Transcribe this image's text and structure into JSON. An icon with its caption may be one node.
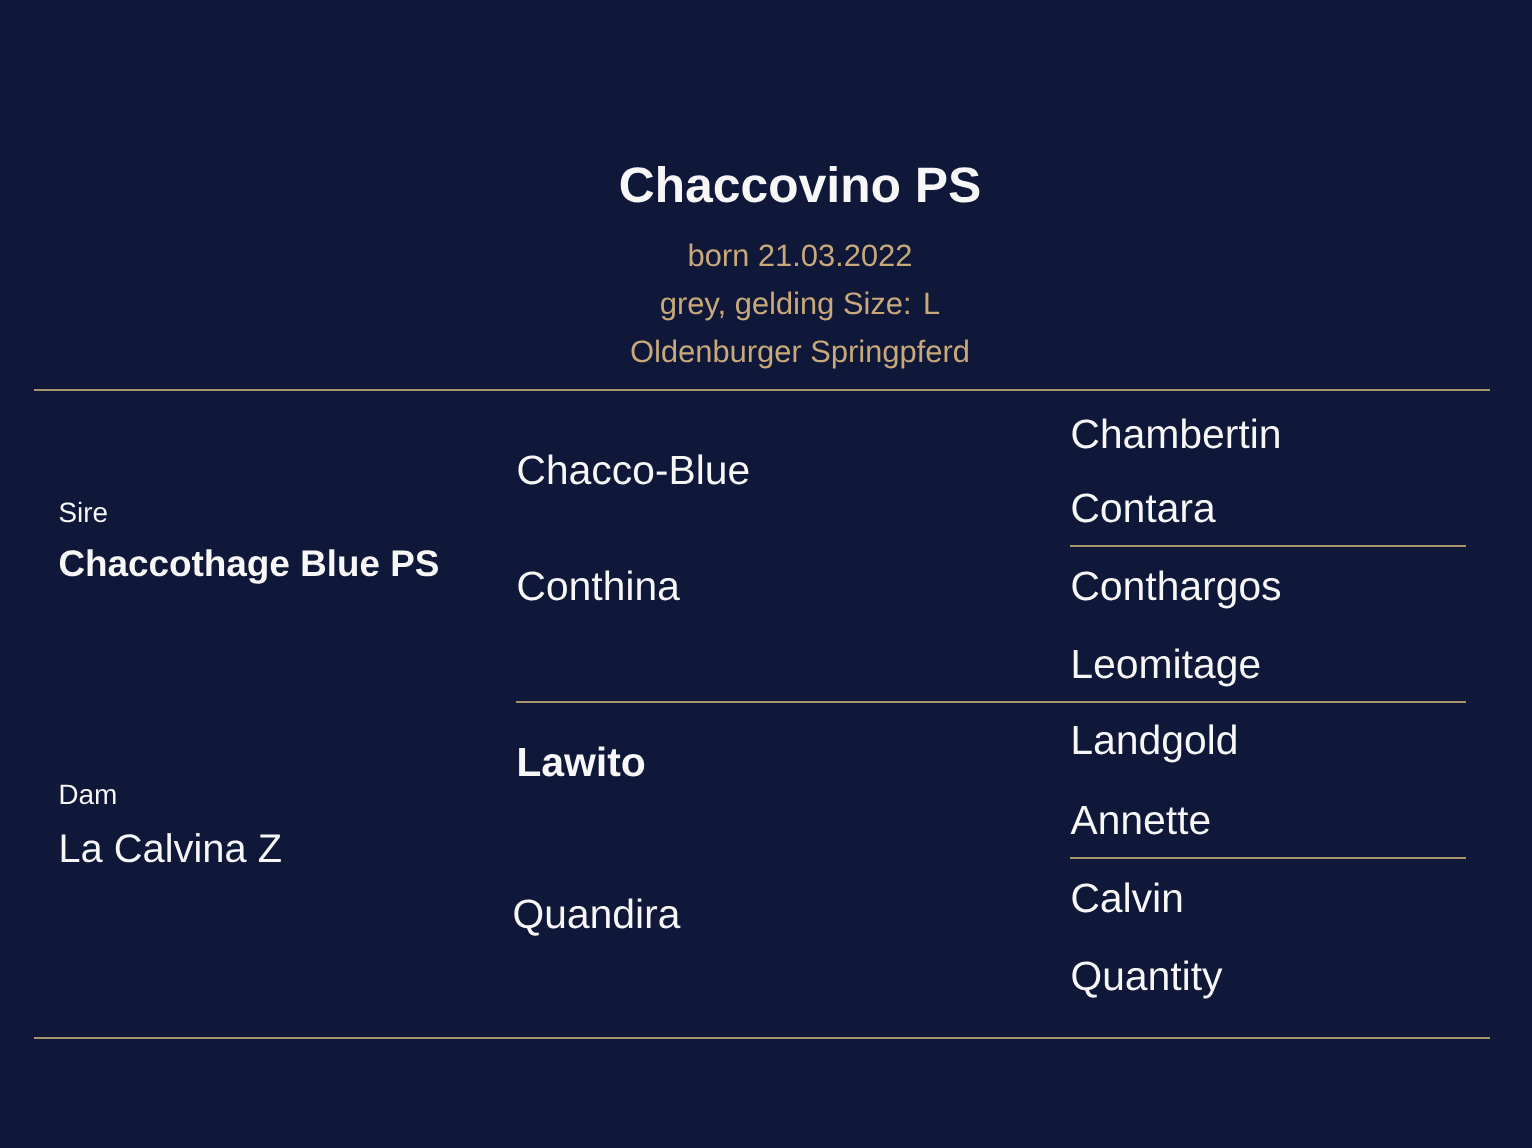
{
  "diagram": {
    "title": "Chaccovino PS",
    "labels": [
      "born 21.03.2022",
      "grey, gelding Size: L",
      "Oldenburger Springpferd",
      "Sire",
      "Chaccothage Blue PS",
      "Chacco-Blue",
      "Chambertin",
      "Contara",
      "Conthina",
      "Conthargos",
      "Leomitage",
      "Dam",
      "La Calvina Z",
      "Lawito",
      "Landgold",
      "Annette",
      "Quandira",
      "Calvin",
      "Quantity"
    ]
  }
}
